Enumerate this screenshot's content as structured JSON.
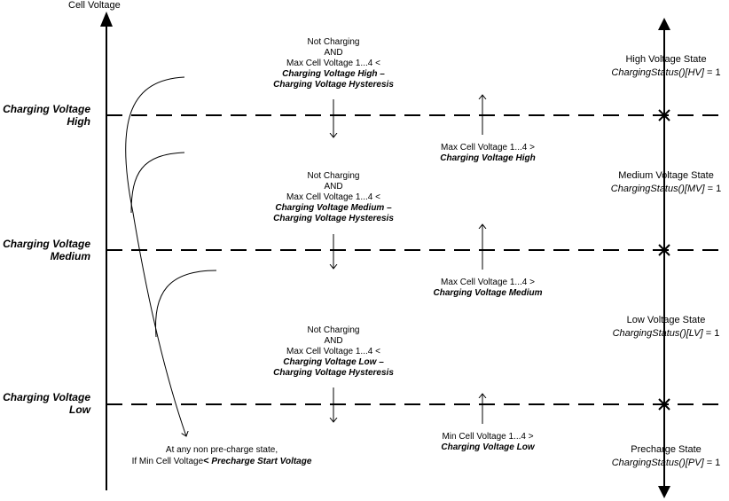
{
  "y_axis_label": "Cell Voltage",
  "levels": {
    "high": {
      "line1": "Charging Voltage",
      "line2": "High"
    },
    "medium": {
      "line1": "Charging Voltage",
      "line2": "Medium"
    },
    "low": {
      "line1": "Charging Voltage",
      "line2": "Low"
    }
  },
  "down_transitions": {
    "high": {
      "l1": "Not Charging",
      "l2": "AND",
      "l3": "Max Cell Voltage 1...4 <",
      "l4": "Charging Voltage High –",
      "l5": "Charging Voltage Hysteresis"
    },
    "medium": {
      "l1": "Not Charging",
      "l2": "AND",
      "l3": "Max Cell Voltage 1...4 <",
      "l4": "Charging Voltage Medium –",
      "l5": "Charging Voltage Hysteresis"
    },
    "low": {
      "l1": "Not Charging",
      "l2": "AND",
      "l3": "Max Cell Voltage 1...4 <",
      "l4": "Charging Voltage Low –",
      "l5": "Charging Voltage Hysteresis"
    }
  },
  "up_transitions": {
    "high": {
      "l1": "Max Cell Voltage 1...4 >",
      "l2": "Charging Voltage High"
    },
    "medium": {
      "l1": "Max Cell Voltage 1...4 >",
      "l2": "Charging Voltage Medium"
    },
    "low": {
      "l1": "Min Cell Voltage 1...4 >",
      "l2": "Charging Voltage Low"
    }
  },
  "precharge_note": {
    "l1": "At any non pre-charge state,",
    "l2_prefix": "If Min Cell Voltage",
    "l2_op": "<",
    "l2_bold": "Precharge Start Voltage"
  },
  "states": {
    "hv": {
      "name": "High Voltage State",
      "status_prefix": "ChargingStatus()[HV]",
      "status_value": "= 1"
    },
    "mv": {
      "name": "Medium Voltage State",
      "status_prefix": "ChargingStatus()[MV]",
      "status_value": "= 1"
    },
    "lv": {
      "name": "Low Voltage State",
      "status_prefix": "ChargingStatus()[LV]",
      "status_value": "= 1"
    },
    "pv": {
      "name": "Precharge State",
      "status_prefix": "ChargingStatus()[PV]",
      "status_value": "= 1"
    }
  }
}
